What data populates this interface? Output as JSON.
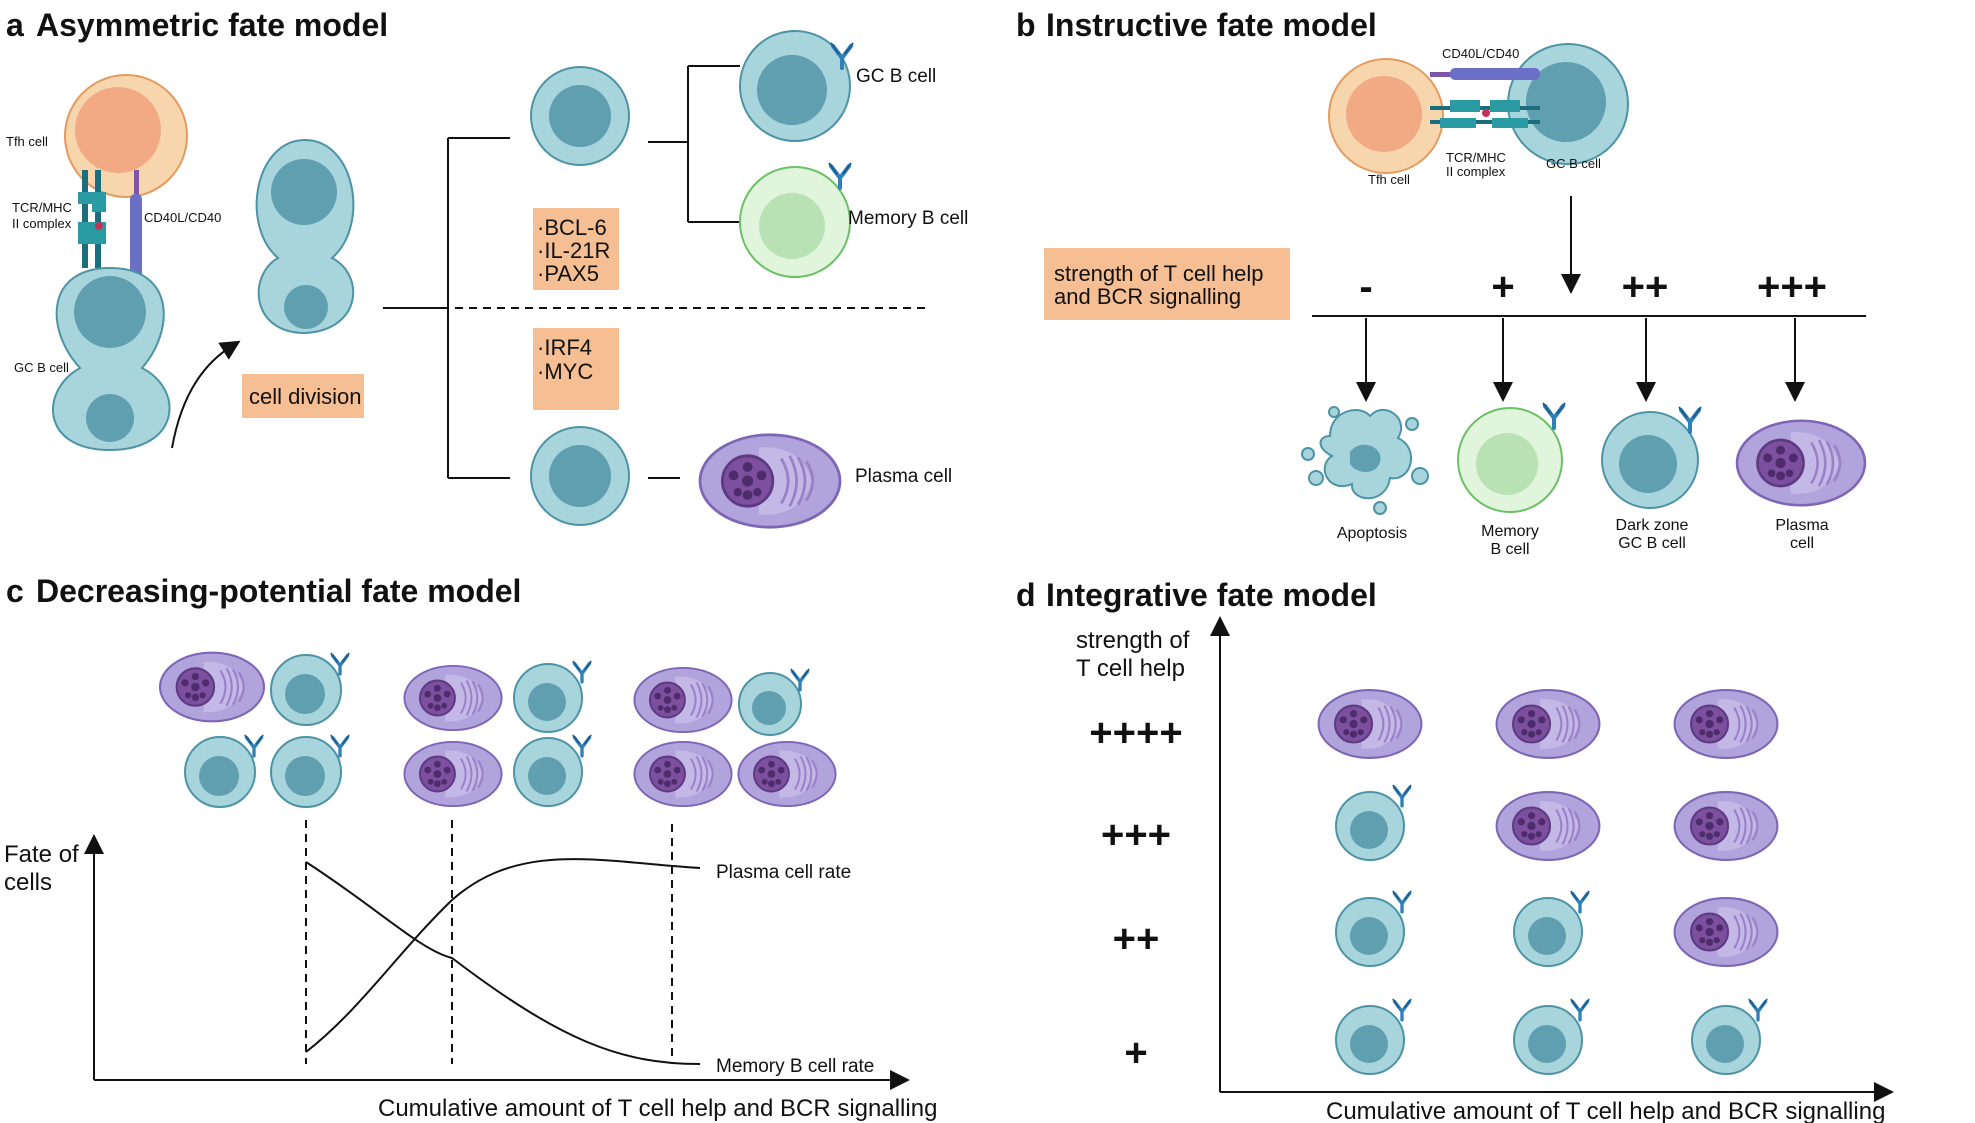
{
  "panels": {
    "a": {
      "letter": "a",
      "title": "Asymmetric fate model",
      "tfh": "Tfh cell",
      "tcr_1": "TCR/MHC",
      "tcr_2": "II complex",
      "cd40": "CD40L/CD40",
      "gcb": "GC B cell",
      "division": "cell division",
      "box1": [
        "·BCL-6",
        "·IL-21R",
        "·PAX5"
      ],
      "box2": [
        "·IRF4",
        "·MYC"
      ],
      "out_gc": "GC B cell",
      "out_mem": "Memory B cell",
      "out_plasma": "Plasma cell"
    },
    "b": {
      "letter": "b",
      "title": "Instructive fate model",
      "cd40": "CD40L/CD40",
      "tfh": "Tfh cell",
      "tcr_1": "TCR/MHC",
      "tcr_2": "II complex",
      "gcb": "GC B cell",
      "strength_1": "strength of T cell help",
      "strength_2": "and BCR signalling",
      "levels": [
        "-",
        "+",
        "++",
        "+++"
      ],
      "outcomes": [
        [
          "Apoptosis"
        ],
        [
          "Memory",
          "B cell"
        ],
        [
          "Dark zone",
          "GC B cell"
        ],
        [
          "Plasma",
          "cell"
        ]
      ]
    },
    "c": {
      "letter": "c",
      "title": "Decreasing-potential fate model",
      "ylabel_1": "Fate of",
      "ylabel_2": "cells",
      "xlabel": "Cumulative amount of T cell help and BCR signalling",
      "plasma_rate": "Plasma cell rate",
      "memory_rate": "Memory B cell rate"
    },
    "d": {
      "letter": "d",
      "title": "Integrative fate model",
      "ylabel_1": "strength of",
      "ylabel_2": "T cell help",
      "xlabel": "Cumulative amount of T cell help and BCR signalling",
      "levels": [
        "++++",
        "+++",
        "++",
        "+"
      ],
      "grid": [
        [
          "plasma",
          "plasma",
          "plasma"
        ],
        [
          "bcell",
          "plasma",
          "plasma"
        ],
        [
          "bcell",
          "bcell",
          "plasma"
        ],
        [
          "bcell",
          "bcell",
          "bcell"
        ]
      ]
    }
  },
  "colors": {
    "bcell_outer": "#a8d4dc",
    "bcell_inner": "#5f9fb0",
    "memory_outer": "#e0f5dc",
    "memory_inner": "#b9e2b4",
    "tfh_outer": "#f8d6ad",
    "tfh_inner": "#f2aa84",
    "plasma_outer": "#b1a3dc",
    "plasma_nucleus": "#7c4f9f",
    "box": "#f6bf93",
    "antibody": "#2f7fb8"
  }
}
